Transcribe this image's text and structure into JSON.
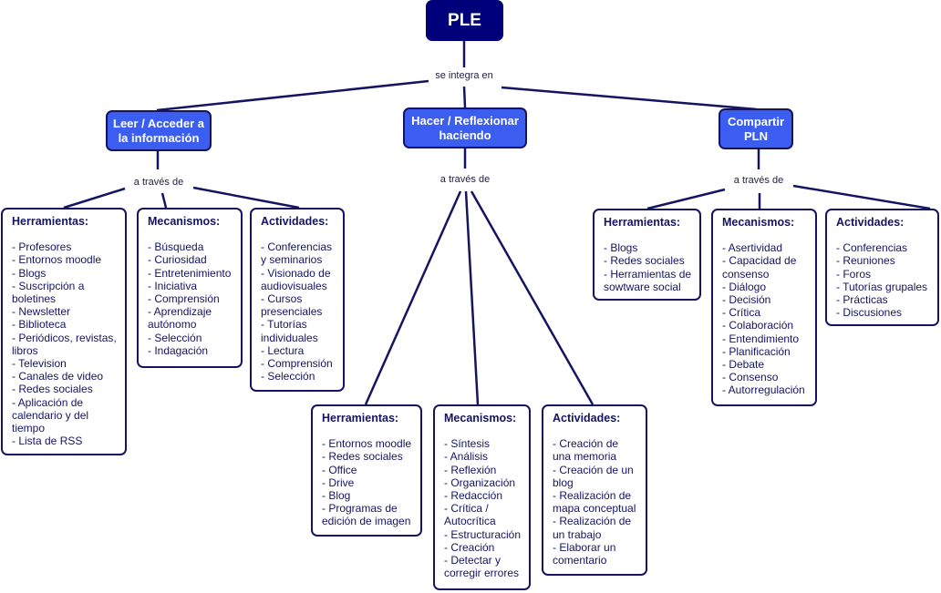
{
  "root": {
    "label": "PLE"
  },
  "root_link_label": "se integra en",
  "branches": [
    {
      "label": "Leer / Acceder a la información",
      "link_label": "a través de",
      "cards": [
        {
          "title": "Herramientas:",
          "items": [
            "- Profesores",
            "- Entornos moodle",
            "- Blogs",
            "- Suscripción a boletines",
            "- Newsletter",
            "- Biblioteca",
            "- Periódicos, revistas, libros",
            "- Television",
            "- Canales de video",
            "- Redes sociales",
            "- Aplicación de calendario y del tiempo",
            "- Lista de RSS"
          ]
        },
        {
          "title": "Mecanismos:",
          "items": [
            "- Búsqueda",
            "- Curiosidad",
            "- Entretenimiento",
            "- Iniciativa",
            "- Comprensión",
            "- Aprendizaje autónomo",
            "- Selección",
            "- Indagación"
          ]
        },
        {
          "title": "Actividades:",
          "items": [
            "- Conferencias y seminarios",
            "- Visionado de audiovisuales",
            "- Cursos presenciales",
            "- Tutorías individuales",
            "- Lectura",
            "- Comprensión",
            "- Selección"
          ]
        }
      ]
    },
    {
      "label": "Hacer / Reflexionar haciendo",
      "link_label": "a través de",
      "cards": [
        {
          "title": "Herramientas:",
          "items": [
            "- Entornos moodle",
            "- Redes sociales",
            "- Office",
            "- Drive",
            "- Blog",
            "- Programas de edición de imagen"
          ]
        },
        {
          "title": "Mecanismos:",
          "items": [
            "- Síntesis",
            "- Análisis",
            "- Reflexión",
            "- Organización",
            "- Redacción",
            "- Crítica / Autocrítica",
            "- Estructuración",
            "- Creación",
            "- Detectar y corregir errores"
          ]
        },
        {
          "title": "Actividades:",
          "items": [
            "- Creación de una memoria",
            "- Creación de un blog",
            "- Realización de mapa conceptual",
            "- Realización de un trabajo",
            "- Elaborar un comentario"
          ]
        }
      ]
    },
    {
      "label": "Compartir PLN",
      "link_label": "a través de",
      "cards": [
        {
          "title": "Herramientas:",
          "items": [
            "- Blogs",
            "- Redes sociales",
            "- Herramientas de sowtware social"
          ]
        },
        {
          "title": "Mecanismos:",
          "items": [
            "- Asertividad",
            "- Capacidad de consenso",
            "- Diálogo",
            "- Decisión",
            "- Crítica",
            "- Colaboración",
            "- Entendimiento",
            "- Planificación",
            "- Debate",
            "- Consenso",
            "- Autorregulación"
          ]
        },
        {
          "title": "Actividades:",
          "items": [
            "- Conferencias",
            "- Reuniones",
            "- Foros",
            "- Tutorías grupales",
            "- Prácticas",
            "- Discusiones"
          ]
        }
      ]
    }
  ],
  "colors": {
    "root": "#00007a",
    "main_node": "#3b5ef0",
    "line": "#141463",
    "text": "#141463"
  }
}
